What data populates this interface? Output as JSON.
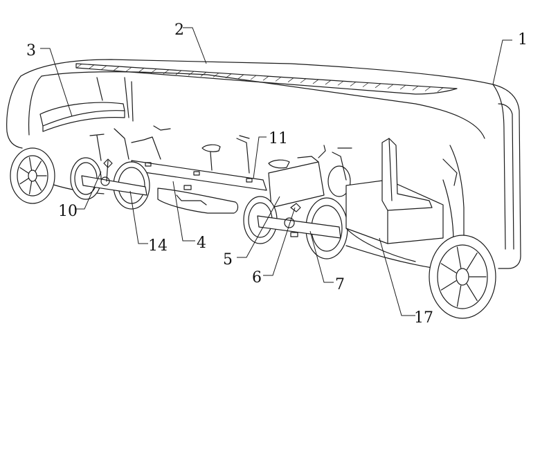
{
  "labels": {
    "l1": "1",
    "l2": "2",
    "l3": "3",
    "l4": "4",
    "l5": "5",
    "l6": "6",
    "l7": "7",
    "l10": "10",
    "l11": "11",
    "l14": "14",
    "l17": "17"
  }
}
